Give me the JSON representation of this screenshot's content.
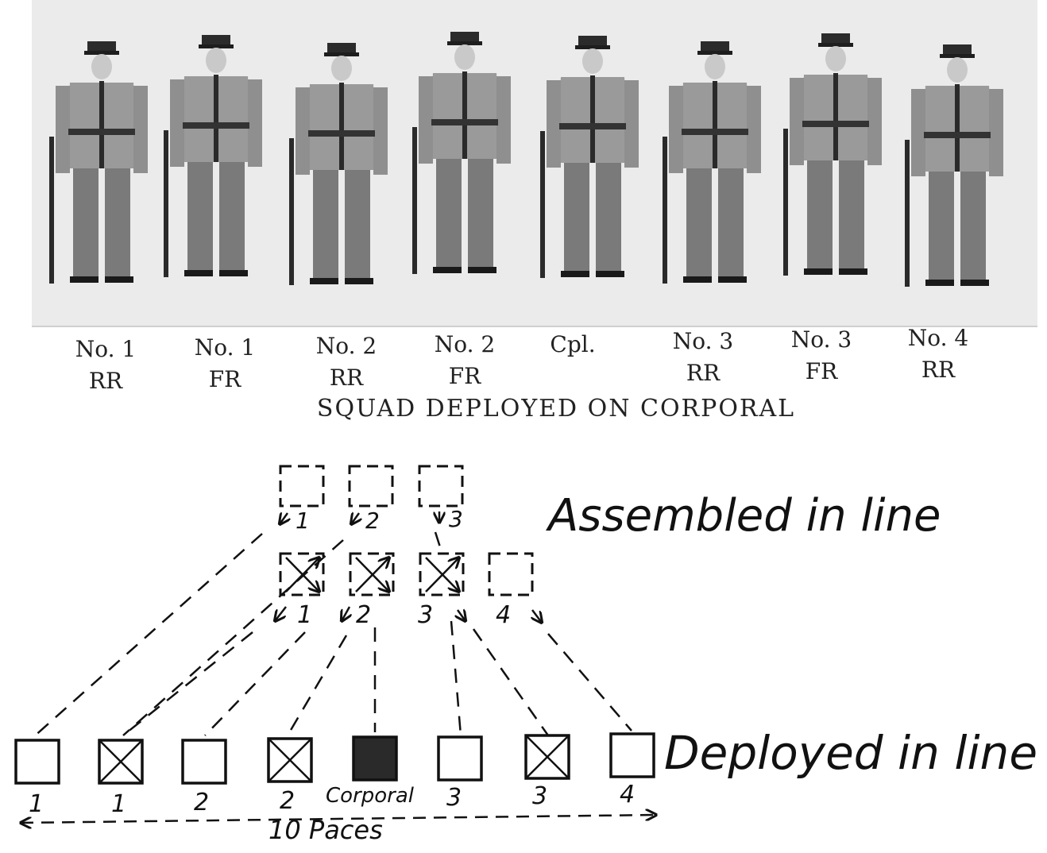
{
  "photo": {
    "caption": "SQUAD DEPLOYED ON CORPORAL",
    "figures": [
      {
        "number": "No. 1",
        "rank": "RR"
      },
      {
        "number": "No. 1",
        "rank": "FR"
      },
      {
        "number": "No. 2",
        "rank": "RR"
      },
      {
        "number": "No. 2",
        "rank": "FR"
      },
      {
        "number": "Cpl.",
        "rank": ""
      },
      {
        "number": "No. 3",
        "rank": "RR"
      },
      {
        "number": "No. 3",
        "rank": "FR"
      },
      {
        "number": "No. 4",
        "rank": "RR"
      }
    ]
  },
  "diagram": {
    "assembled_label": "Assembled in line",
    "deployed_label": "Deployed in line",
    "distance_label": "10 Paces",
    "assembled_row_labels": [
      "1",
      "2",
      "3"
    ],
    "middle_row_labels": [
      "1",
      "2",
      "3",
      "4"
    ],
    "deployed_row_labels": [
      "1",
      "1",
      "2",
      "2",
      "Corporal",
      "3",
      "3",
      "4"
    ]
  },
  "colors": {
    "ink": "#111111",
    "photo_background": "#ebebeb",
    "uniform": "#9a9a9a"
  }
}
